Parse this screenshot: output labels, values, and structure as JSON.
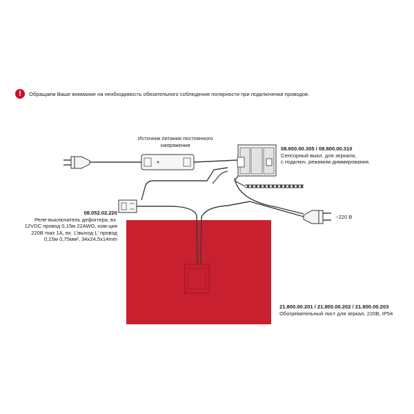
{
  "notice": {
    "icon": "exclamation-icon",
    "text": "Обращаем Ваше внимание на необходимость обязательного соблюдения полярности при подключении проводов.",
    "color": "#c8102e"
  },
  "labels": {
    "power_supply": {
      "lines": [
        "Источник питания постоянного",
        "напряжения"
      ]
    },
    "sensor_switch": {
      "code": "08.800.00.305 / 08.800.00.310",
      "lines": [
        "Сенсорный выкл. для зеркала,",
        "с подключ. режимом диммирования."
      ]
    },
    "mains": {
      "text": "~220 В"
    },
    "relay": {
      "code": "08.052.02.220",
      "lines": [
        "Реле-выключатель дефоггера, вх.",
        "12VDC провод 0,15м 22AWG, ком-ция",
        "220В max 1А, вх. L\\выход L'  провод",
        "0,15м 0,75мм², 34х24,5х14mm"
      ]
    },
    "heater": {
      "code": "21.800.00.201 / 21.800.00.202 / 21.800.00.203",
      "lines": [
        "Обогревательный лист для зеркал, 220В, IP54"
      ]
    }
  },
  "colors": {
    "heater_sheet": "#c8202e",
    "cable": "#3a3a3a"
  }
}
